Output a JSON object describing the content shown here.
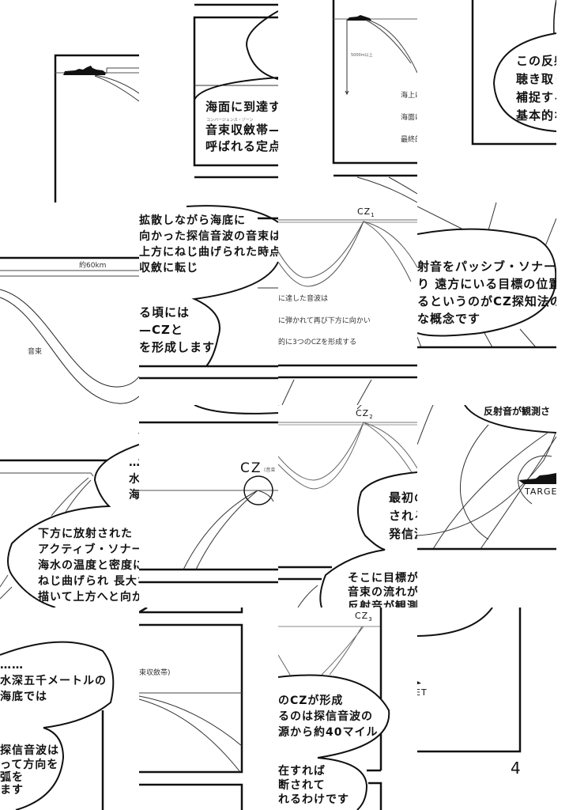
{
  "page_number": "4",
  "tiles": {
    "t1": {
      "lines": [
        "海面に到達す",
        "音束収斂帯—",
        "呼ばれる定点"
      ],
      "ruby": "コンバージェンス・ゾーン"
    },
    "t2": {
      "depth_label": "5000m以上",
      "notes": [
        "海上に",
        "海面に",
        "最終的"
      ]
    },
    "t3": {
      "lines": [
        "この反射",
        "聴き取り",
        "補捉する",
        "基本的な"
      ]
    },
    "t4": {
      "distance_label": "約60km",
      "beam_label": "音束"
    },
    "t5": {
      "lines": [
        "拡散しながら海底に",
        "向かった探信音波の音束は",
        "上方にねじ曲げられた時点で",
        "収斂に転じ",
        "る頃には",
        "—CZと",
        "を形成します"
      ]
    },
    "t6": {
      "cz_label": "CZ",
      "cz_index": "1",
      "notes": [
        "に達した音波は",
        "に弾かれて再び下方に向かい",
        "的に3つのCZを形成する"
      ]
    },
    "t7": {
      "lines": [
        "射音をパッシブ・ソナーで",
        "り 遠方にいる目標の位置を",
        "るというのがCZ探知法の",
        "な概念です"
      ]
    },
    "t8": {
      "lines_right": [
        "…",
        "水",
        "海"
      ],
      "lines": [
        "下方に放射された",
        "アクティブ・ソナーの探",
        "海水の温度と密度によ",
        "ねじ曲げられ 長大な弧",
        "描いて上方へと向かい"
      ]
    },
    "t9": {
      "cz_label": "CZ",
      "cz_note": "(音束"
    },
    "t10": {
      "cz_label": "CZ",
      "cz_index": "2",
      "lines": [
        "最初の",
        "される",
        "発信源"
      ],
      "lines2": [
        "そこに目標が存",
        "音束の流れが遮",
        "反射音が観測さ"
      ]
    },
    "t11": {
      "target_label": "TARGE",
      "top_text": "反射音が観測さ"
    },
    "t12": {
      "lines": [
        "……",
        "水深五千メートルの",
        "海底では",
        "探信音波は",
        "って方向を",
        "弧を",
        "ます"
      ]
    },
    "t13": {
      "note": "束収斂帯)"
    },
    "t14": {
      "cz_label": "CZ",
      "cz_index": "3",
      "lines": [
        "のCZが形成",
        "るのは探信音波の",
        "源から約40マイル"
      ],
      "lines2": [
        "在すれば",
        "断されて",
        "れるわけです"
      ]
    },
    "t15": {
      "target_label": "ET"
    }
  }
}
